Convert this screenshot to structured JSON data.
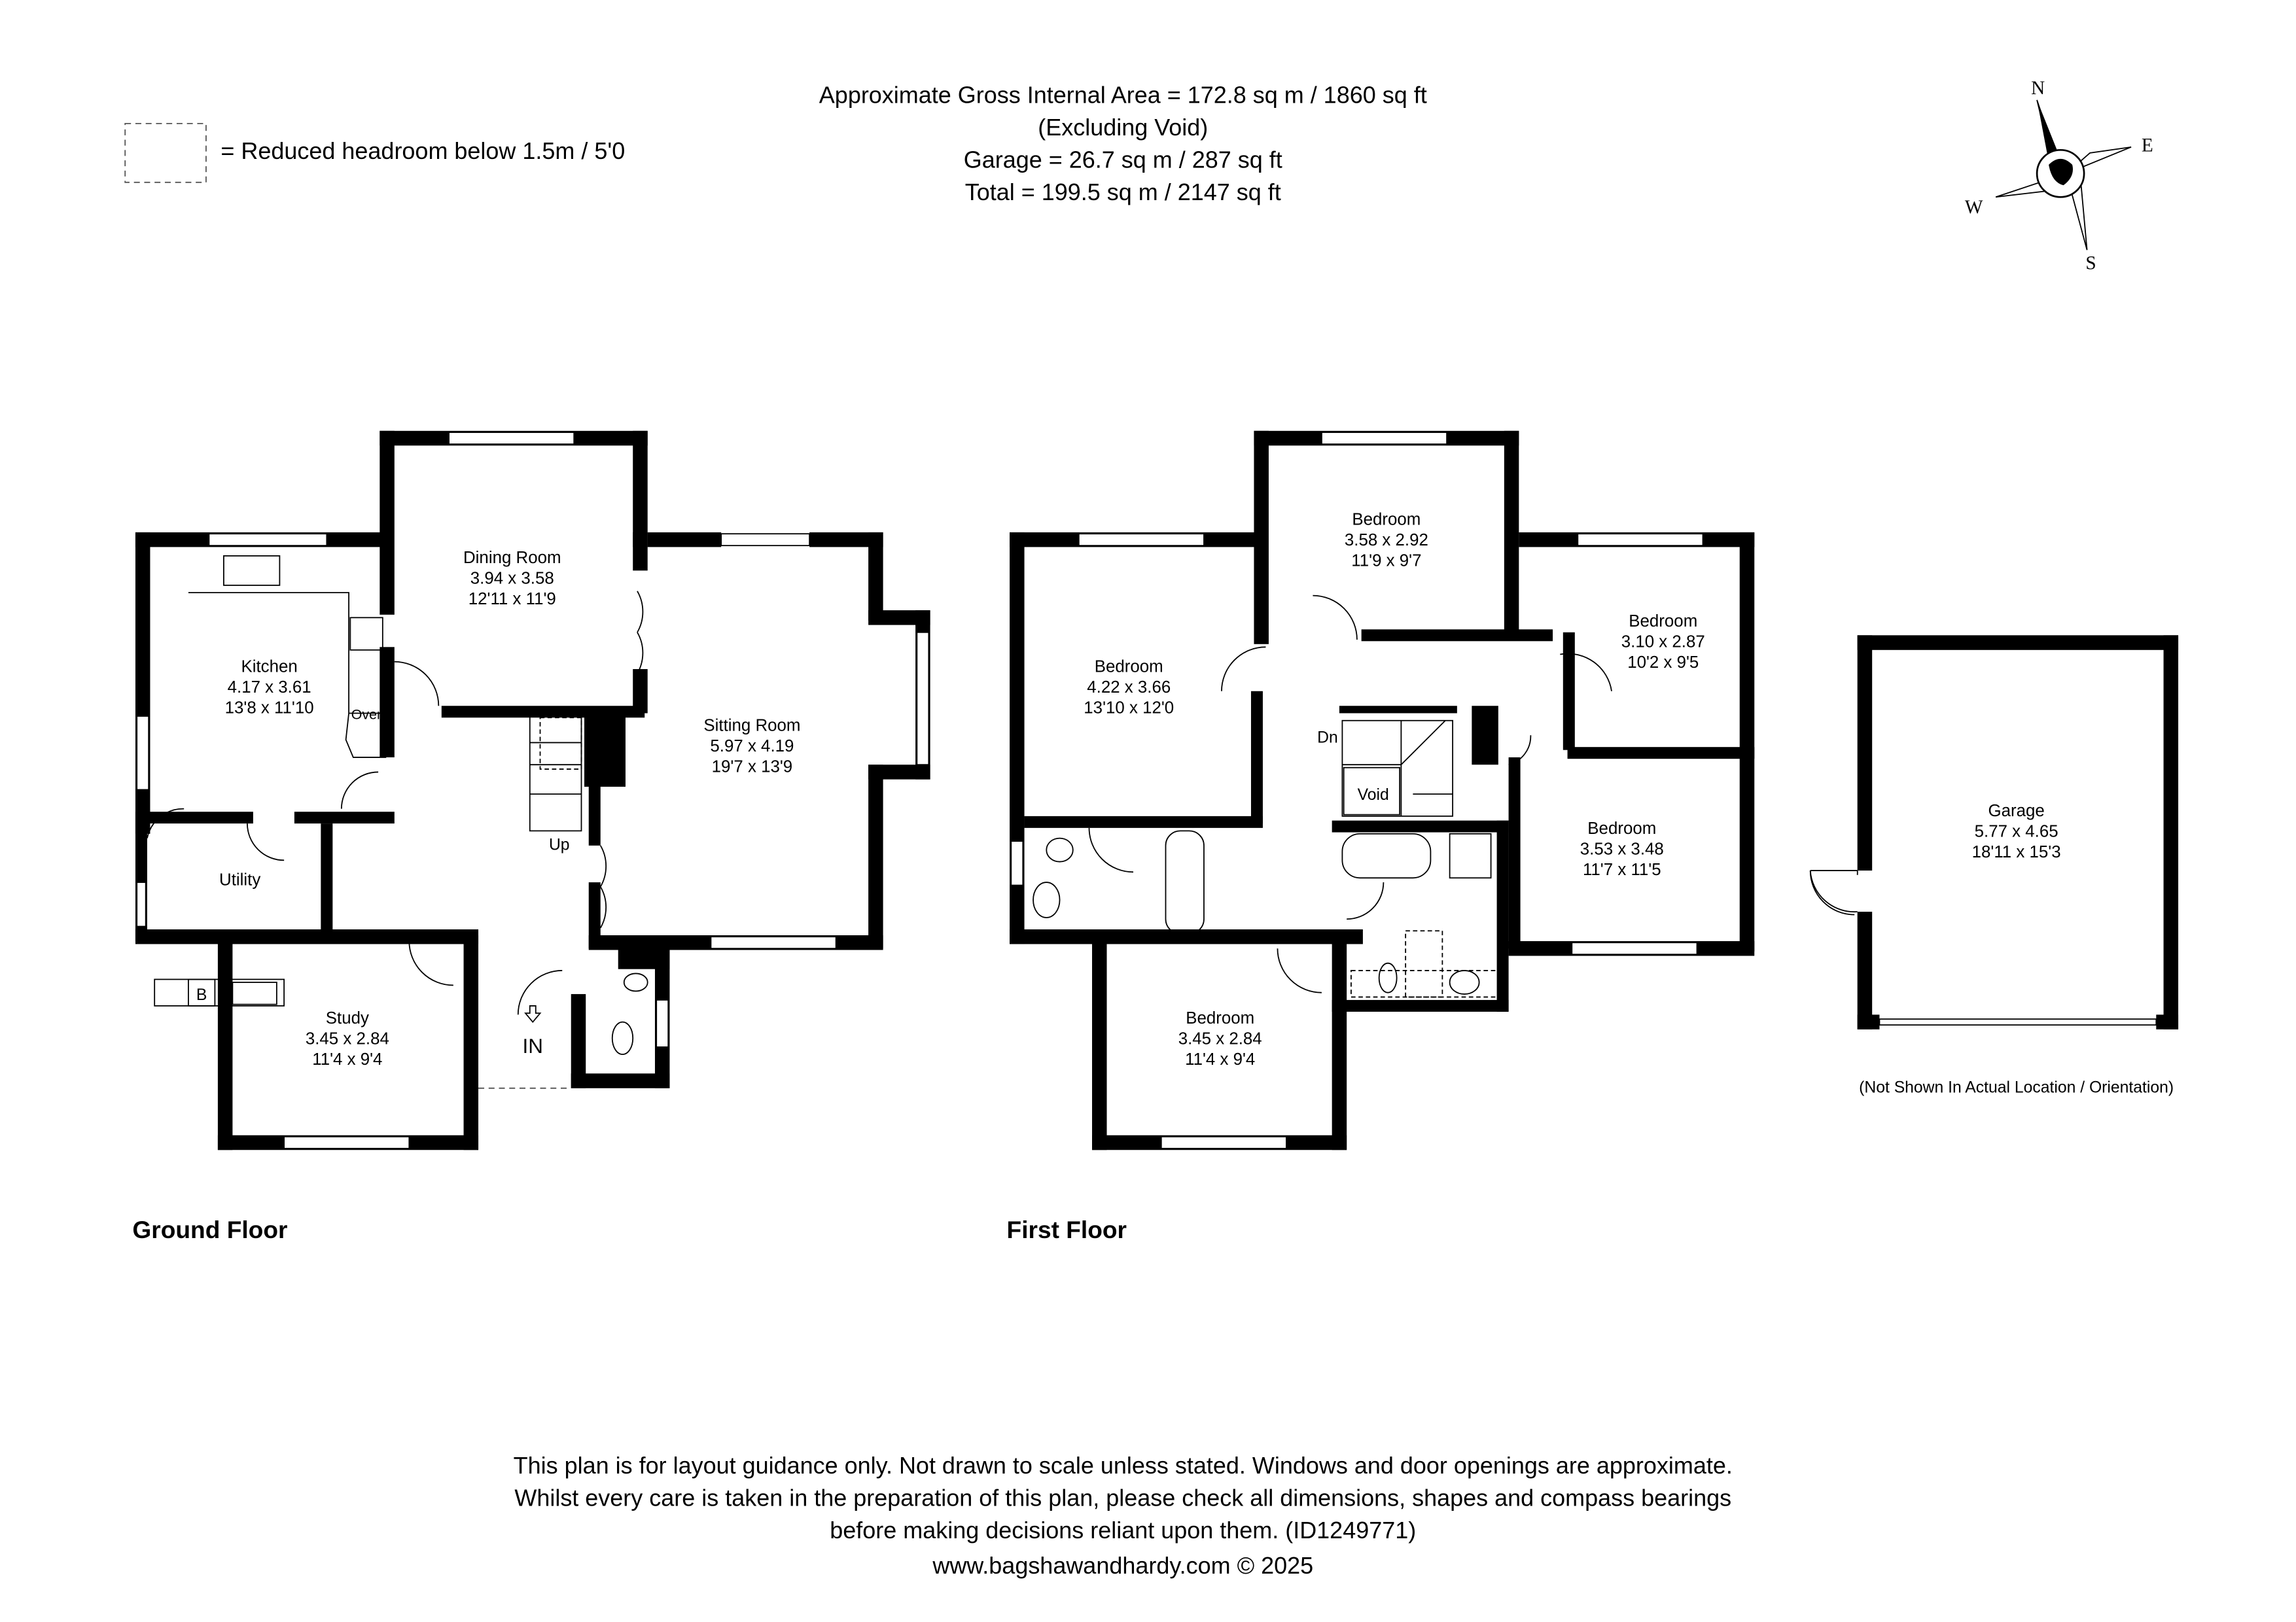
{
  "header": {
    "lines": [
      "Approximate Gross Internal Area = 172.8 sq m / 1860 sq ft",
      "(Excluding Void)",
      "Garage = 26.7 sq m / 287 sq ft",
      "Total = 199.5 sq m / 2147 sq ft"
    ]
  },
  "legend": {
    "text": "= Reduced headroom below 1.5m / 5'0"
  },
  "compass": {
    "n": "N",
    "e": "E",
    "s": "S",
    "w": "W"
  },
  "ground_floor": {
    "label": "Ground Floor",
    "rooms": {
      "kitchen": {
        "name": "Kitchen",
        "metric": "4.17 x 3.61",
        "imperial": "13'8 x 11'10"
      },
      "dining": {
        "name": "Dining Room",
        "metric": "3.94 x 3.58",
        "imperial": "12'11 x 11'9"
      },
      "sitting": {
        "name": "Sitting Room",
        "metric": "5.97 x 4.19",
        "imperial": "19'7 x 13'9"
      },
      "study": {
        "name": "Study",
        "metric": "3.45 x 2.84",
        "imperial": "11'4 x 9'4"
      },
      "utility": {
        "name": "Utility"
      }
    },
    "annotations": {
      "oven": "Oven",
      "boiler": "B",
      "up": "Up",
      "entrance": "IN"
    }
  },
  "first_floor": {
    "label": "First Floor",
    "rooms": {
      "bed_left": {
        "name": "Bedroom",
        "metric": "4.22 x 3.66",
        "imperial": "13'10 x 12'0"
      },
      "bed_top": {
        "name": "Bedroom",
        "metric": "3.58 x 2.92",
        "imperial": "11'9 x 9'7"
      },
      "bed_right_top": {
        "name": "Bedroom",
        "metric": "3.10 x 2.87",
        "imperial": "10'2 x 9'5"
      },
      "bed_right": {
        "name": "Bedroom",
        "metric": "3.53 x 3.48",
        "imperial": "11'7 x 11'5"
      },
      "bed_bottom": {
        "name": "Bedroom",
        "metric": "3.45 x 2.84",
        "imperial": "11'4 x 9'4"
      }
    },
    "annotations": {
      "down": "Dn",
      "void": "Void"
    }
  },
  "garage": {
    "name": "Garage",
    "metric": "5.77 x 4.65",
    "imperial": "18'11 x 15'3",
    "note": "(Not Shown In Actual Location / Orientation)"
  },
  "footer": {
    "lines": [
      "This plan is for layout guidance only. Not drawn to scale unless stated. Windows and door openings are approximate.",
      "Whilst every care is taken in the preparation of this plan, please check all dimensions, shapes and compass bearings",
      "before making decisions reliant upon them. (ID1249771)",
      "www.bagshawandhardy.com © 2025"
    ]
  }
}
